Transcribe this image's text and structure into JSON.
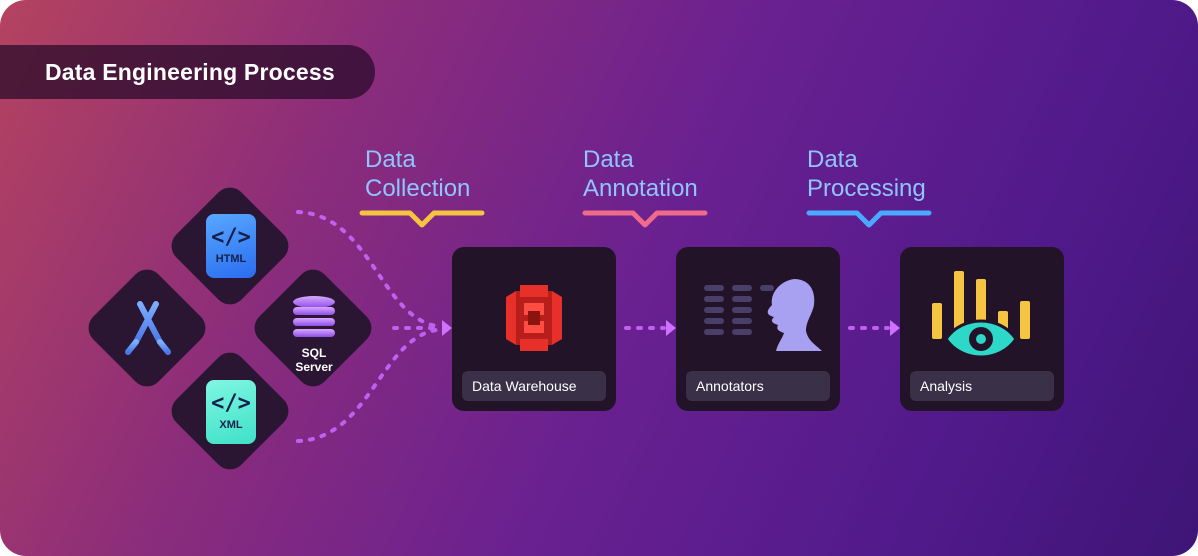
{
  "title": "Data Engineering Process",
  "sources": {
    "html": {
      "symbol": "</>",
      "label": "HTML"
    },
    "xml": {
      "symbol": "</>",
      "label": "XML"
    },
    "sql": {
      "line1": "SQL",
      "line2": "Server"
    },
    "appstore_icon": "app-store-icon"
  },
  "stages": [
    {
      "line1": "Data",
      "line2": "Collection",
      "bracket_color": "#f5c542"
    },
    {
      "line1": "Data",
      "line2": "Annotation",
      "bracket_color": "#f06a8a"
    },
    {
      "line1": "Data",
      "line2": "Processing",
      "bracket_color": "#4aa8ff"
    }
  ],
  "boxes": [
    {
      "label": "Data Warehouse",
      "icon": "aws-s3-icon"
    },
    {
      "label": "Annotators",
      "icon": "annotator-head-icon"
    },
    {
      "label": "Analysis",
      "icon": "analysis-eye-icon"
    }
  ],
  "colors": {
    "stage_text": "#8fc4ff",
    "connector": "#c060f0",
    "html_file": "#3d8dff",
    "xml_file": "#5ef0d6",
    "s3_red": "#e8302b",
    "annotator_purple": "#a8a0f0",
    "analysis_yellow": "#f5c542",
    "analysis_teal": "#2ed8c8"
  }
}
